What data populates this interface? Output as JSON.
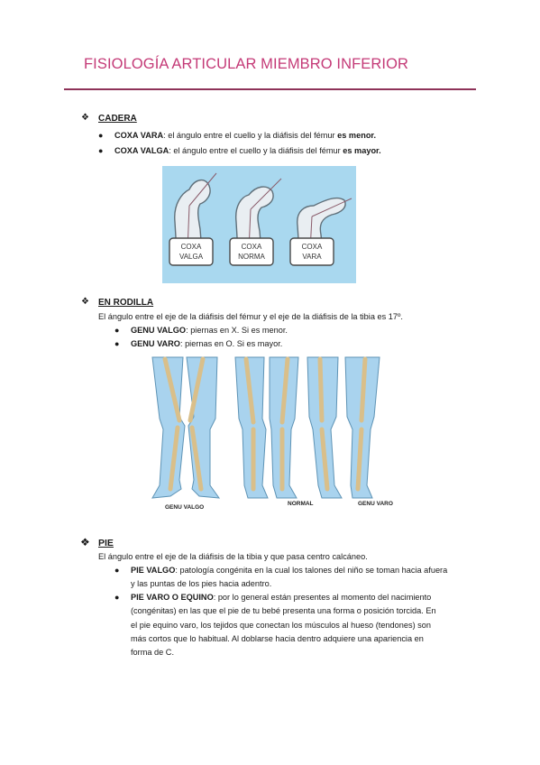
{
  "title": "FISIOLOGÍA ARTICULAR MIEMBRO INFERIOR",
  "colors": {
    "title": "#c43a77",
    "rule": "#8e3258"
  },
  "sections": {
    "cadera": {
      "icon": "diamond-bullet-icon",
      "heading": "CADERA",
      "bullets": [
        {
          "term": "COXA VARA",
          "text": ": el ángulo entre el cuello y la diáfisis del fémur ",
          "emph": "es menor."
        },
        {
          "term": "COXA VALGA",
          "text": ": el ángulo entre el cuello y la diáfisis del fémur ",
          "emph": "es mayor."
        }
      ],
      "figure_labels": [
        "COXA\nVALGA",
        "COXA\nNORMA",
        "COXA\nVARA"
      ]
    },
    "rodilla": {
      "icon": "diamond-bullet-icon",
      "heading": "EN RODILLA",
      "intro": "El ángulo entre el eje de la diáfisis del fémur y el eje de la diáfisis de la tibia es 17º.",
      "bullets": [
        {
          "term": "GENU VALGO",
          "text": ": piernas en X. Si es menor."
        },
        {
          "term": "GENU VARO",
          "text": ": piernas en O. Si es mayor."
        }
      ],
      "figure_labels": [
        "GENU VALGO",
        "NORMAL",
        "GENU VARO"
      ]
    },
    "pie": {
      "icon": "diamond-bullet-icon",
      "heading": "PIE",
      "intro": "El ángulo entre el eje de la diáfisis de la tibia y que pasa centro calcáneo.",
      "bullets": [
        {
          "term": "PIE VALGO",
          "lines": [
            ": patología congénita en la cual los talones del niño se toman hacia afuera",
            "y las puntas de los pies hacia adentro."
          ]
        },
        {
          "term": "PIE VARO O EQUINO",
          "lines": [
            ": por lo general están presentes al momento del nacimiento",
            "(congénitas) en las que el pie de tu bebé presenta una forma o posición torcida. En",
            "el pie equino varo, los tejidos que conectan los músculos al hueso (tendones) son",
            "más cortos que lo habitual. Al doblarse hacia dentro adquiere una apariencia en",
            "forma de C."
          ]
        }
      ]
    }
  }
}
